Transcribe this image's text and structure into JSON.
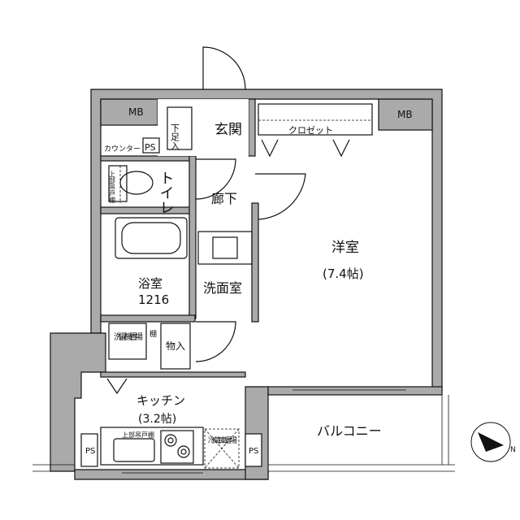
{
  "rooms": {
    "mb_left": "MB",
    "mb_right": "MB",
    "genkan": "玄関",
    "getabako": "下足入",
    "closet": "クロゼット",
    "counter": "カウンター",
    "ps_top": "PS",
    "toilet": "トイレ",
    "upper_cabinet_toilet": "上部吊戸棚",
    "hallway": "廊下",
    "western_room": "洋室",
    "western_room_size": "(7.4帖)",
    "bathroom": "浴室",
    "bathroom_size": "1216",
    "washroom": "洗面室",
    "washer_space": "洗濯機置場",
    "shelf": "棚",
    "storage": "物入",
    "kitchen": "キッチン",
    "kitchen_size": "(3.2帖)",
    "upper_cabinet_kitchen": "上部吊戸棚",
    "fridge_space": "冷蔵庫置場",
    "ps_left": "PS",
    "ps_right": "PS",
    "balcony": "バルコニー"
  },
  "compass": {
    "label": "N"
  }
}
